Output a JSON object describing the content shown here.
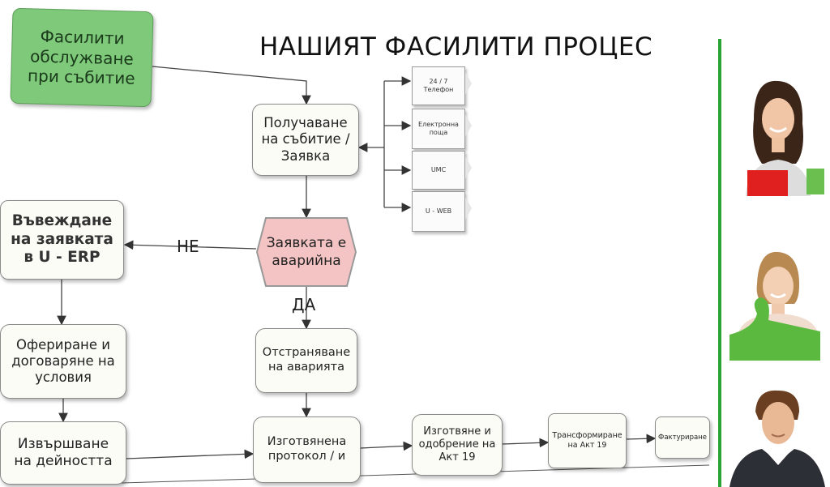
{
  "title": "НАШИЯТ ФАСИЛИТИ ПРОЦЕС",
  "nodes": {
    "start": "Фасилити\nобслужване\nпри събитие",
    "receive": "Получаване\nна събитие /\nЗаявка",
    "emergency": "Заявката е\nаварийна",
    "enter": "Въвеждане\nна заявката\nв U - ERP",
    "offer": "Офериране и\nдоговаряне на\nусловия",
    "execute": "Извършване\nна дейността",
    "fix": "Отстраняване\nна аварията",
    "protocol": "Изготвянена\nпротокол / и",
    "act19": "Изготвяне и\nодобрение на\nАкт 19",
    "transform": "Трансформиране\nна Акт 19",
    "invoice": "Фактуриране"
  },
  "channels": [
    "24 / 7\nТелефон",
    "Електронна\nпоща",
    "UMC",
    "U - WEB"
  ],
  "edge_labels": {
    "no": "НЕ",
    "yes": "ДА"
  },
  "colors": {
    "start_fill": "#7ec97a",
    "emergency_fill": "#f4c4c4",
    "box_fill": "#fcfcf6",
    "accent_bar": "#2aa336"
  },
  "people": [
    "woman-red-top-icon",
    "woman-green-top-icon",
    "man-hoodie-icon"
  ]
}
